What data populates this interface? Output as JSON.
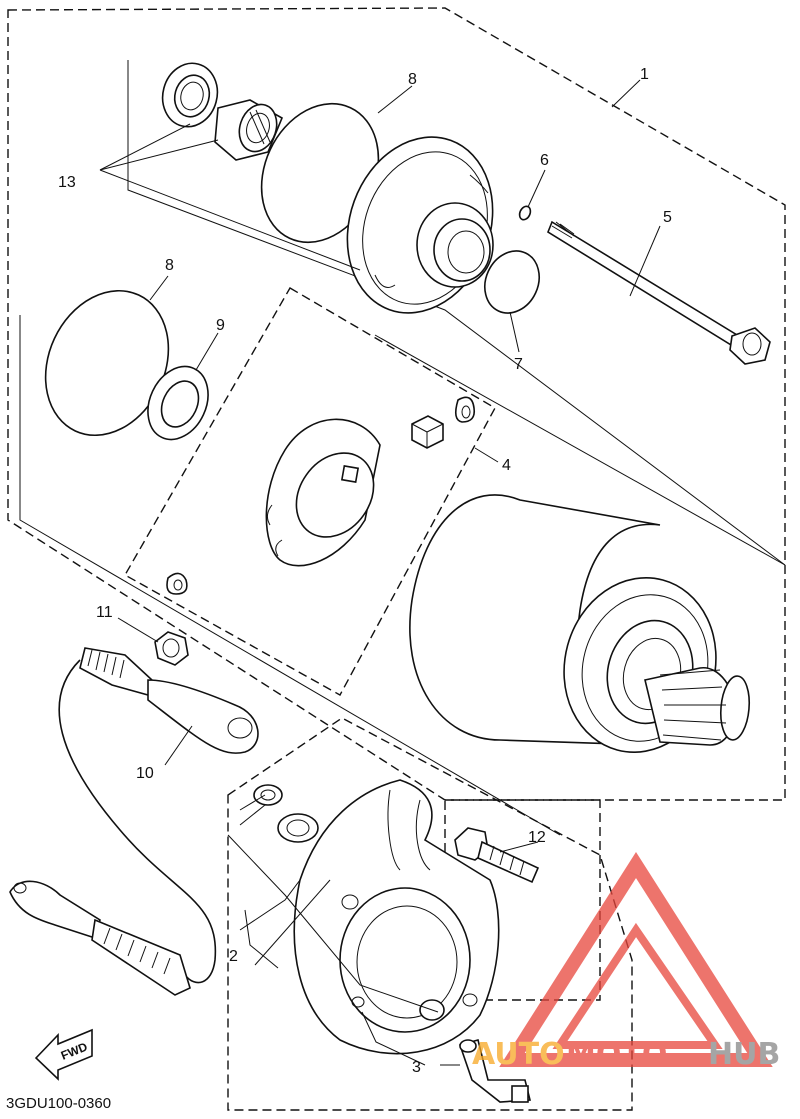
{
  "callouts": {
    "c1": "1",
    "c2": "2",
    "c3": "3",
    "c4": "4",
    "c5": "5",
    "c6": "6",
    "c7": "7",
    "c8a": "8",
    "c8b": "8",
    "c9": "9",
    "c10": "10",
    "c11": "11",
    "c12": "12",
    "c13": "13"
  },
  "diagram_code": "3GDU100-0360",
  "direction_label": "FWD",
  "watermark": {
    "part1": "AUTO",
    "part2": "MOTO",
    "part3": "HUB",
    "color_orange": "#f7a823",
    "color_red": "#e8463c",
    "color_gray": "#888888",
    "icon": "triangle-logo-icon"
  }
}
